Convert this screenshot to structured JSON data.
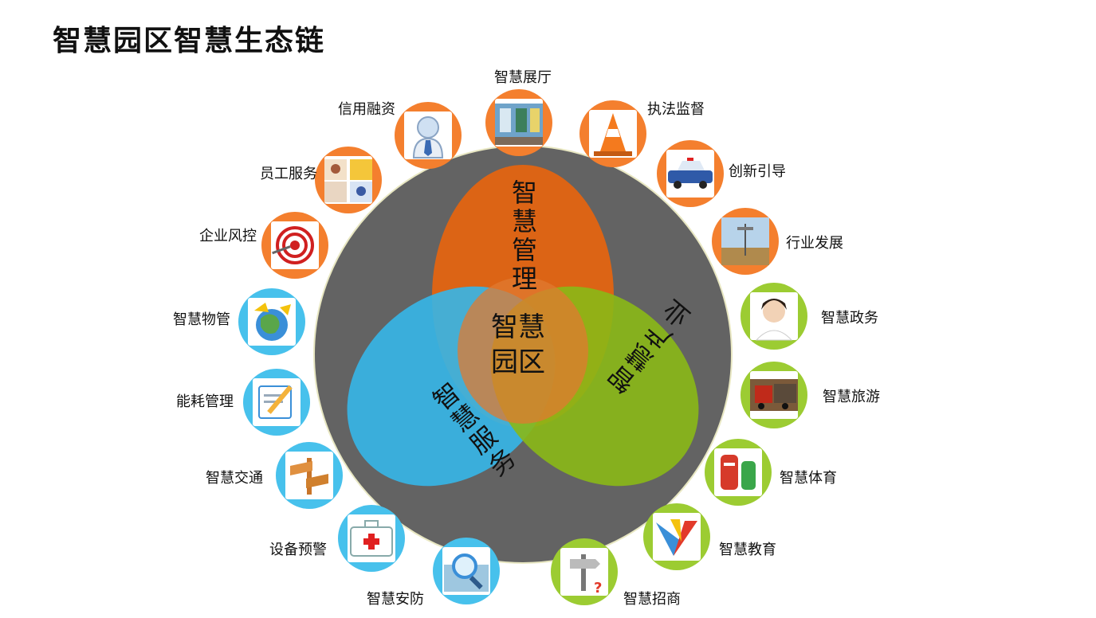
{
  "title": "智慧园区智慧生态链",
  "center": "智慧园区",
  "petals": [
    {
      "label": "智慧管理",
      "color": "#e5640f"
    },
    {
      "label": "智慧服务",
      "color": "#35b6e8"
    },
    {
      "label": "智慧产业",
      "color": "#8ab816"
    }
  ],
  "outer_circle_color": "#636363",
  "nodes": [
    {
      "label": "智慧展厅",
      "color": "#f47f2e",
      "icon": "exhibition-hall-icon"
    },
    {
      "label": "执法监督",
      "color": "#f47f2e",
      "icon": "traffic-cone-icon"
    },
    {
      "label": "创新引导",
      "color": "#f47f2e",
      "icon": "police-car-icon"
    },
    {
      "label": "行业发展",
      "color": "#f47f2e",
      "icon": "weather-station-icon"
    },
    {
      "label": "智慧政务",
      "color": "#9ccc32",
      "icon": "service-woman-icon"
    },
    {
      "label": "智慧旅游",
      "color": "#9ccc32",
      "icon": "truck-icon"
    },
    {
      "label": "智慧体育",
      "color": "#9ccc32",
      "icon": "mailbox-icon"
    },
    {
      "label": "智慧教育",
      "color": "#9ccc32",
      "icon": "v-logo-icon"
    },
    {
      "label": "智慧招商",
      "color": "#9ccc32",
      "icon": "question-sign-icon"
    },
    {
      "label": "智慧安防",
      "color": "#47c1ec",
      "icon": "magnifier-icon"
    },
    {
      "label": "设备预警",
      "color": "#47c1ec",
      "icon": "first-aid-kit-icon"
    },
    {
      "label": "智慧交通",
      "color": "#47c1ec",
      "icon": "signpost-icon"
    },
    {
      "label": "能耗管理",
      "color": "#47c1ec",
      "icon": "clipboard-pen-icon"
    },
    {
      "label": "智慧物管",
      "color": "#47c1ec",
      "icon": "globe-icon"
    },
    {
      "label": "企业风控",
      "color": "#f47f2e",
      "icon": "target-icon"
    },
    {
      "label": "员工服务",
      "color": "#f47f2e",
      "icon": "staff-icon"
    },
    {
      "label": "信用融资",
      "color": "#f47f2e",
      "icon": "businessman-icon"
    }
  ]
}
